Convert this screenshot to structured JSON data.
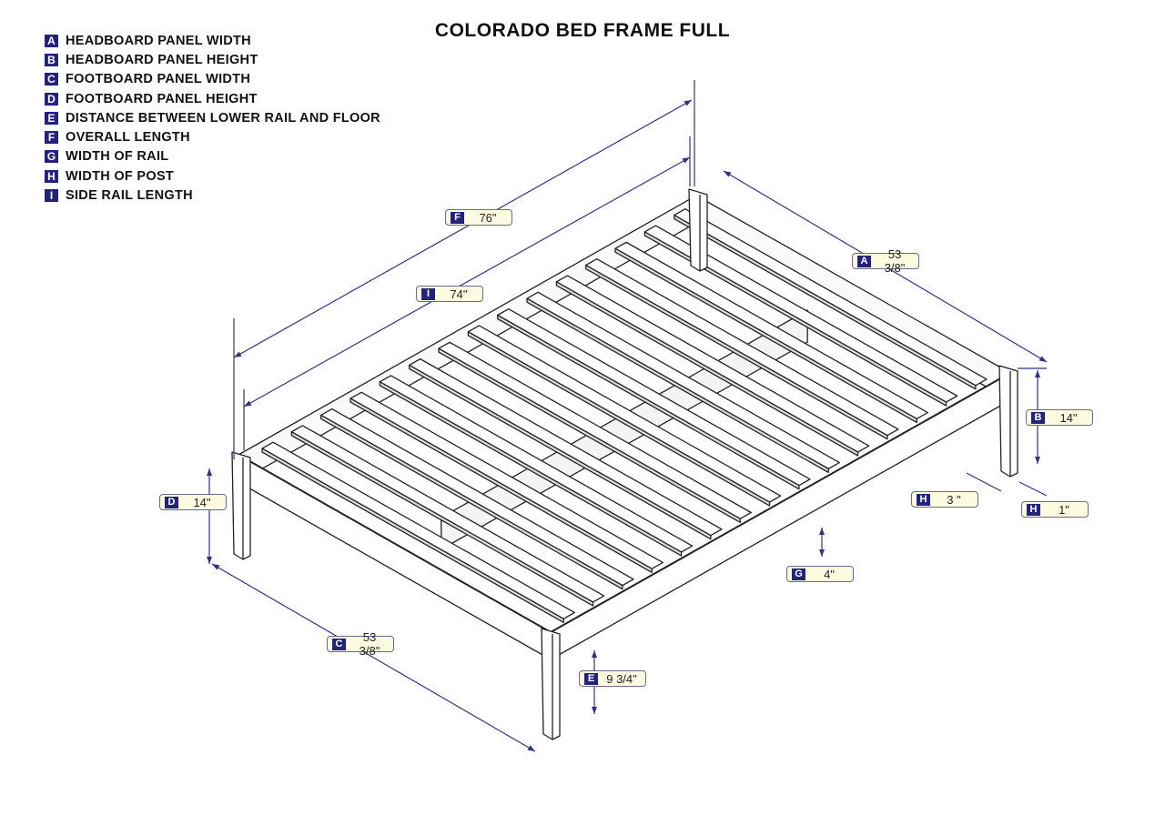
{
  "title": "COLORADO BED FRAME FULL",
  "legend": [
    {
      "key": "A",
      "text": "HEADBOARD PANEL WIDTH"
    },
    {
      "key": "B",
      "text": "HEADBOARD PANEL HEIGHT"
    },
    {
      "key": "C",
      "text": "FOOTBOARD PANEL WIDTH"
    },
    {
      "key": "D",
      "text": "FOOTBOARD PANEL HEIGHT"
    },
    {
      "key": "E",
      "text": "DISTANCE BETWEEN LOWER RAIL AND FLOOR"
    },
    {
      "key": "F",
      "text": "OVERALL LENGTH"
    },
    {
      "key": "G",
      "text": "WIDTH OF RAIL"
    },
    {
      "key": "H",
      "text": "WIDTH OF POST"
    },
    {
      "key": "I",
      "text": "SIDE RAIL LENGTH"
    }
  ],
  "dimensions": {
    "F": {
      "key": "F",
      "value": "76\""
    },
    "I": {
      "key": "I",
      "value": "74\""
    },
    "A": {
      "key": "A",
      "value": "53 3/8\""
    },
    "B": {
      "key": "B",
      "value": "14\""
    },
    "D": {
      "key": "D",
      "value": "14\""
    },
    "H1": {
      "key": "H",
      "value": "3 \""
    },
    "H2": {
      "key": "H",
      "value": "1\""
    },
    "G": {
      "key": "G",
      "value": "4\""
    },
    "C": {
      "key": "C",
      "value": "53 3/8\""
    },
    "E": {
      "key": "E",
      "value": "9 3/4\""
    }
  },
  "colors": {
    "badge": "#23237a",
    "label_bg": "#fdfbe0",
    "dimension_line": "#33337a",
    "drawing": "#222222"
  }
}
